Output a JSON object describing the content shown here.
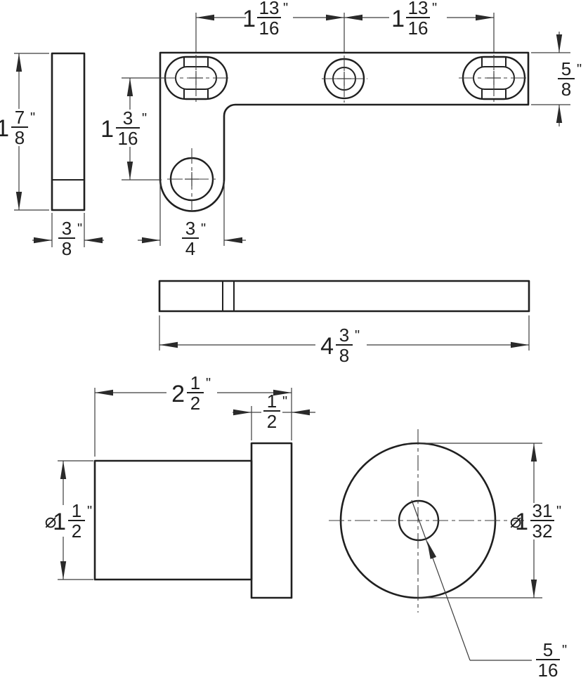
{
  "drawing": {
    "description": "Multi-view dimensioned CAD drawing of an L-shaped bracket, bar and flanged cylinder",
    "colors": {
      "outline": "#1f1f1f",
      "dimension": "#3c3c3c",
      "background": "#ffffff"
    },
    "dims": {
      "spacing1": {
        "whole": "1",
        "num": "13",
        "den": "16",
        "unit": "\""
      },
      "spacing2": {
        "whole": "1",
        "num": "13",
        "den": "16",
        "unit": "\""
      },
      "plate_edge": {
        "num": "5",
        "den": "8",
        "unit": "\""
      },
      "side_height": {
        "whole": "1",
        "num": "7",
        "den": "8",
        "unit": "\""
      },
      "hole_offset": {
        "whole": "1",
        "num": "3",
        "den": "16",
        "unit": "\""
      },
      "thickness": {
        "num": "3",
        "den": "8",
        "unit": "\""
      },
      "leg_width": {
        "num": "3",
        "den": "4",
        "unit": "\""
      },
      "bar_length": {
        "whole": "4",
        "num": "3",
        "den": "8",
        "unit": "\""
      },
      "cyl_length": {
        "whole": "2",
        "num": "1",
        "den": "2",
        "unit": "\""
      },
      "flange_thickness": {
        "num": "1",
        "den": "2",
        "unit": "\""
      },
      "cyl_dia": {
        "prefix": "⌀",
        "whole": "1",
        "num": "1",
        "den": "2",
        "unit": "\""
      },
      "flange_dia": {
        "prefix": "⌀",
        "whole": "1",
        "num": "31",
        "den": "32",
        "unit": "\""
      },
      "hole_dia": {
        "num": "5",
        "den": "16",
        "unit": "\""
      }
    }
  }
}
